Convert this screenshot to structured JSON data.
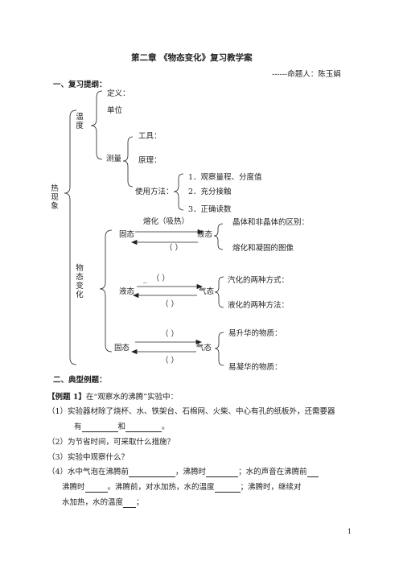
{
  "header": {
    "title": "第二章 《物态变化》复习教学案",
    "author": "------命题人：陈玉娟"
  },
  "section1": {
    "heading": "一、复习提纲：",
    "root": "热现象",
    "temperature": "温度",
    "definition": "定义：",
    "unit": "单位",
    "measure": "测量",
    "tool": "工具：",
    "principle": "原理：",
    "usage": "使用方法：",
    "step1": "1．观察量程、分度值",
    "step2": "2．充分接触",
    "step3": "3．正确读数",
    "change": "物态变化",
    "melt_label": "熔化（吸热）",
    "solid": "固态",
    "liquid": "液态",
    "gas": "气态",
    "paren": "（ ）",
    "crystal": "晶体和非晶体的区别：",
    "graph": "熔化和凝固的图像",
    "vapor_ways": "汽化的两种方式：",
    "liquefy_ways": "液化的两种方法：",
    "sublime": "易升华的物质：",
    "desublime": "易凝华的物质："
  },
  "section2": {
    "heading": "二、典型例题：",
    "example_tag": "【例题 1】",
    "example_intro": "在“观察水的沸腾”实验中：",
    "q1a": "（1）实验器材除了烧杯、水、铁架台、石棉网、火柴、中心有孔的纸板外，还需要器",
    "q1b_pre": "有",
    "q1b_mid": "和",
    "q1b_end": "。",
    "q2": "（2）为节省时间，可采取什么措施？",
    "q3": "（3）实验中观察什么？",
    "q4a_pre": "（4）水中气泡在沸腾前",
    "q4a_mid1": "，沸腾时",
    "q4a_mid2": "；水的声音在沸腾前",
    "q4b_pre": "沸腾时",
    "q4b_mid1": "。沸腾前，对水加热，水的温度",
    "q4b_mid2": "；沸腾时，继续对",
    "q4c_pre": "水加热，水的温度",
    "q4c_end": "；"
  },
  "footer": {
    "page_number": "1"
  }
}
